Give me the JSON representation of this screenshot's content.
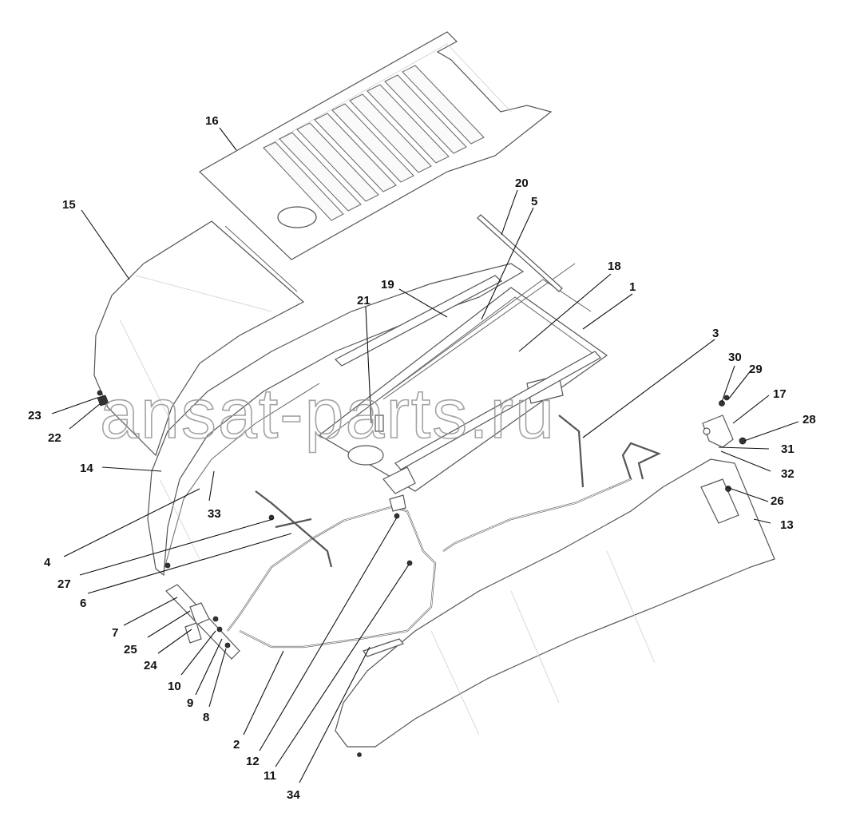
{
  "watermark": "ansat-parts.ru",
  "callouts": [
    {
      "id": "c1",
      "label": "1"
    },
    {
      "id": "c2",
      "label": "2"
    },
    {
      "id": "c3",
      "label": "3"
    },
    {
      "id": "c4",
      "label": "4"
    },
    {
      "id": "c5",
      "label": "5"
    },
    {
      "id": "c6",
      "label": "6"
    },
    {
      "id": "c7",
      "label": "7"
    },
    {
      "id": "c8",
      "label": "8"
    },
    {
      "id": "c9",
      "label": "9"
    },
    {
      "id": "c10",
      "label": "10"
    },
    {
      "id": "c11",
      "label": "11"
    },
    {
      "id": "c12",
      "label": "12"
    },
    {
      "id": "c13",
      "label": "13"
    },
    {
      "id": "c14",
      "label": "14"
    },
    {
      "id": "c15",
      "label": "15"
    },
    {
      "id": "c16",
      "label": "16"
    },
    {
      "id": "c17",
      "label": "17"
    },
    {
      "id": "c18",
      "label": "18"
    },
    {
      "id": "c19",
      "label": "19"
    },
    {
      "id": "c20",
      "label": "20"
    },
    {
      "id": "c21",
      "label": "21"
    },
    {
      "id": "c22",
      "label": "22"
    },
    {
      "id": "c23",
      "label": "23"
    },
    {
      "id": "c24",
      "label": "24"
    },
    {
      "id": "c25",
      "label": "25"
    },
    {
      "id": "c26",
      "label": "26"
    },
    {
      "id": "c27",
      "label": "27"
    },
    {
      "id": "c28",
      "label": "28"
    },
    {
      "id": "c29",
      "label": "29"
    },
    {
      "id": "c30",
      "label": "30"
    },
    {
      "id": "c31",
      "label": "31"
    },
    {
      "id": "c32",
      "label": "32"
    },
    {
      "id": "c33",
      "label": "33"
    },
    {
      "id": "c34",
      "label": "34"
    }
  ]
}
